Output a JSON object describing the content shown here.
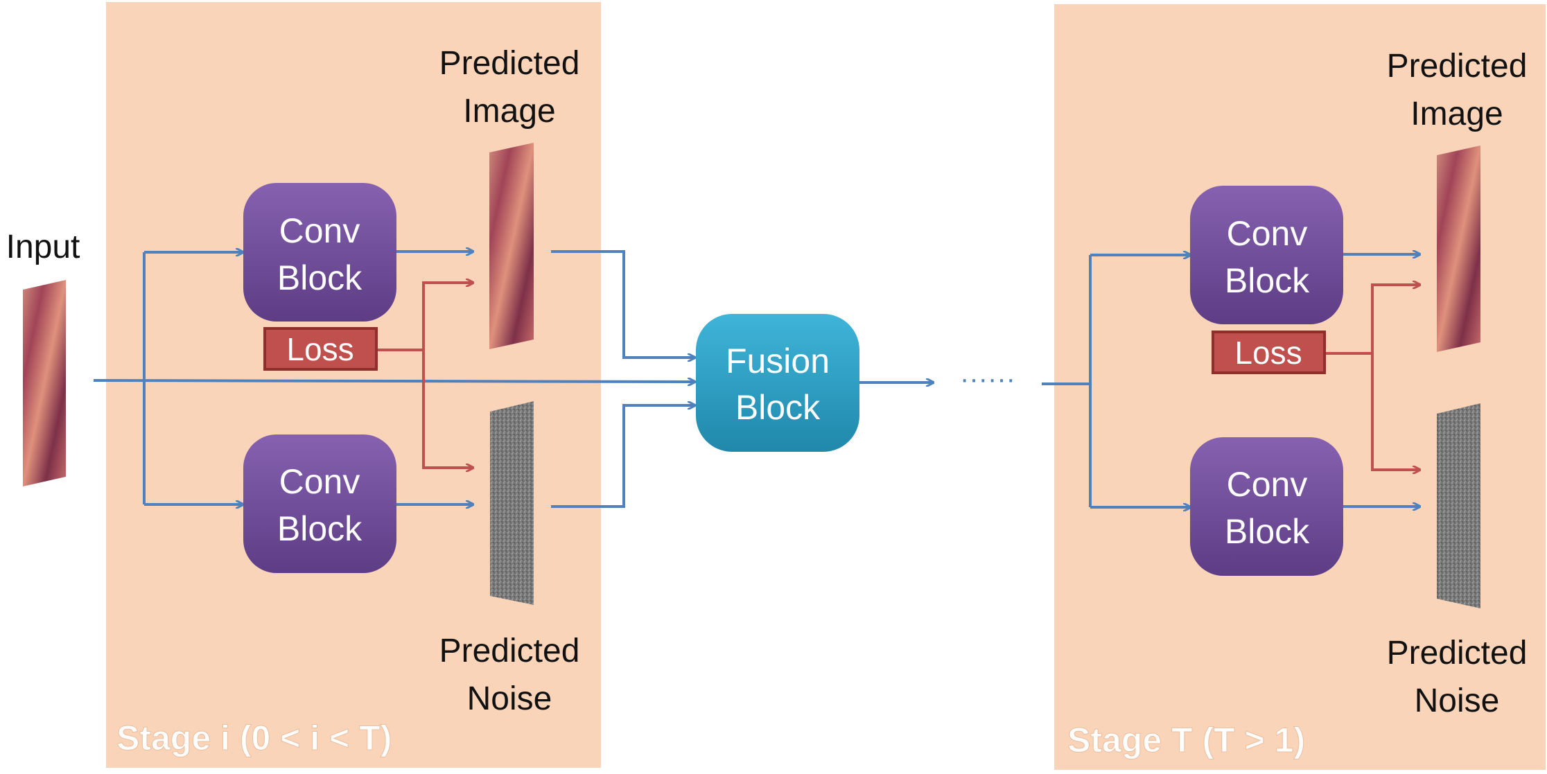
{
  "input_label": "Input",
  "stage_i": {
    "label": "Stage i (0 < i < T)",
    "conv_top": [
      "Conv",
      "Block"
    ],
    "conv_bottom": [
      "Conv",
      "Block"
    ],
    "loss": "Loss",
    "predicted_image": [
      "Predicted",
      "Image"
    ],
    "predicted_noise": [
      "Predicted",
      "Noise"
    ]
  },
  "fusion_block": [
    "Fusion",
    "Block"
  ],
  "ellipsis": "······",
  "stage_t": {
    "label": "Stage T (T > 1)",
    "conv_top": [
      "Conv",
      "Block"
    ],
    "conv_bottom": [
      "Conv",
      "Block"
    ],
    "loss": "Loss",
    "predicted_image": [
      "Predicted",
      "Image"
    ],
    "predicted_noise": [
      "Predicted",
      "Noise"
    ]
  },
  "colors": {
    "stage_bg": "#fad4b8",
    "conv_block": "#7f5aaa",
    "fusion_block": "#31a9cf",
    "loss_box": "#c0504d",
    "blue_arrow": "#4f81bd",
    "red_arrow": "#c0504d"
  }
}
